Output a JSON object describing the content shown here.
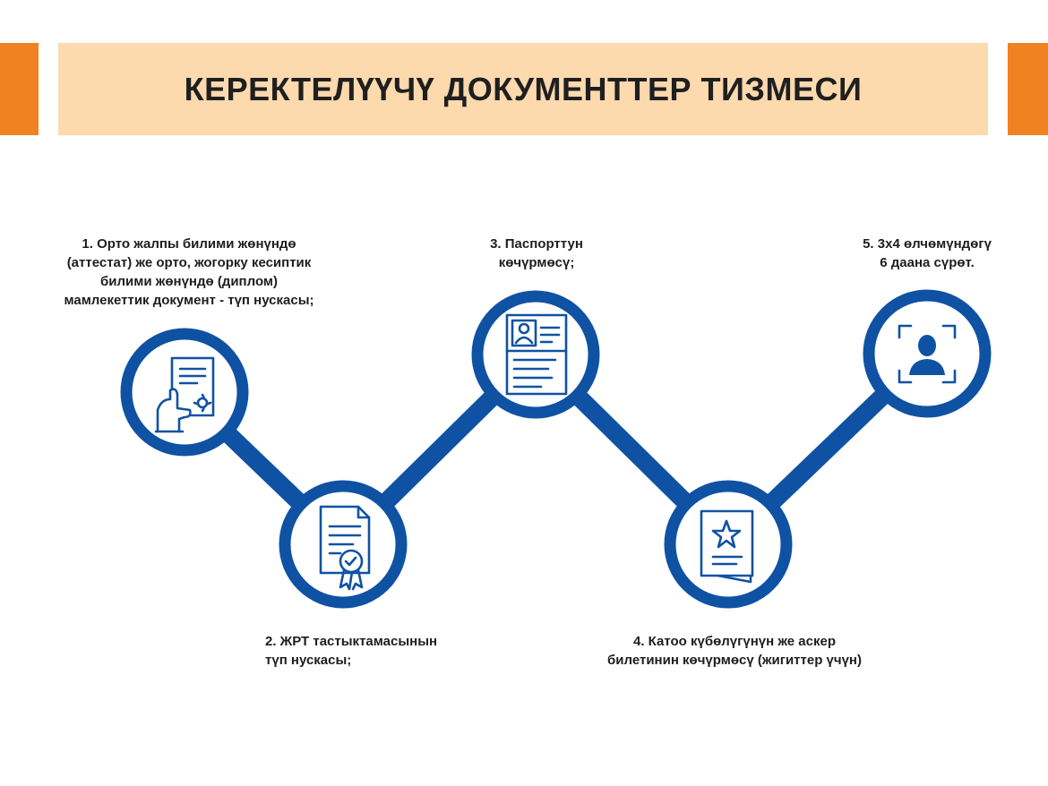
{
  "title": "КЕРЕКТЕЛҮҮЧҮ ДОКУМЕНТТЕР ТИЗМЕСИ",
  "colors": {
    "accent_orange": "#f08221",
    "title_band": "#fdd9ae",
    "line_blue": "#0f52a3",
    "text": "#1e1e1e"
  },
  "steps": [
    {
      "icon": "certificate-hand-icon",
      "lines": [
        "1. Орто жалпы билими жөнүндө",
        "(аттестат) же орто, жогорку кесиптик",
        "билими жөнүндө (диплом)",
        "мамлекеттик документ - түп нускасы;"
      ]
    },
    {
      "icon": "award-document-icon",
      "lines": [
        "2. ЖРТ тастыктамасынын",
        "түп нускасы;"
      ]
    },
    {
      "icon": "passport-icon",
      "lines": [
        "3. Паспорттун",
        "көчүрмөсү;"
      ]
    },
    {
      "icon": "military-id-icon",
      "lines": [
        "4. Катоо күбөлүгүнүн же аскер",
        "билетинин көчүрмөсү (жигиттер үчүн)"
      ]
    },
    {
      "icon": "photo-portrait-icon",
      "lines": [
        "5. 3х4 өлчөмүндөгү",
        "6 даана сүрөт."
      ]
    }
  ]
}
